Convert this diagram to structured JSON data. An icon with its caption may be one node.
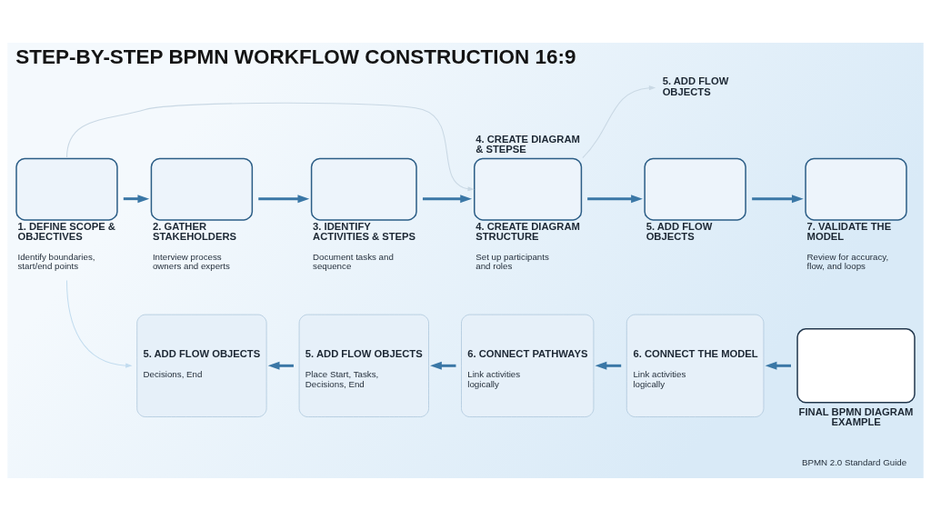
{
  "diagram": {
    "title": "STEP-BY-STEP BPMN WORKFLOW CONSTRUCTION 16:9",
    "nodes": [
      {
        "text": [
          "1. DEFINE SCOPE & OBJECTIVES",
          "Identify boundaries, start/end points"
        ]
      },
      {
        "text": [
          "2. GATHER STAKEHOLDERS",
          "Interview process owners and experts"
        ]
      },
      {
        "text": [
          "3. IDENTIFY ACTIVITIES & STEPS",
          "Document tasks and sequence"
        ]
      },
      {
        "text": [
          "4. CREATE DIAGRAM & STEPSE",
          "4. CREATE DIAGRAM STRUCTURE",
          "Set up participants and roles"
        ]
      },
      {
        "text": [
          "5. ADD FLOW OBJECTS"
        ]
      },
      {
        "text": [
          "5. ADD FLOW OBJECTS"
        ]
      },
      {
        "text": [
          "7. VALIDATE THE MODEL",
          "Review for accuracy, flow, and loops"
        ]
      },
      {
        "text": [
          "5. ADD FLOW OBJECTS",
          "Decisions, End"
        ]
      },
      {
        "text": [
          "5. ADD FLOW OBJECTS",
          "Place Start, Tasks, Decisions, End"
        ]
      },
      {
        "text": [
          "6. CONNECT PATHWAYS",
          "Link activities logically"
        ]
      },
      {
        "text": [
          "6. CONNECT THE MODEL",
          "Link activities logically"
        ]
      },
      {
        "text": [
          "FINAL BPMN DIAGRAM EXAMPLE"
        ]
      }
    ],
    "edges": [
      {
        "from": 0,
        "to": 1,
        "arrow": "to"
      },
      {
        "from": 1,
        "to": 2,
        "arrow": "to"
      },
      {
        "from": 2,
        "to": 3,
        "arrow": "to"
      },
      {
        "from": 3,
        "to": 5,
        "arrow": "to"
      },
      {
        "from": 5,
        "to": 6,
        "arrow": "to"
      },
      {
        "from": 0,
        "to": 3,
        "arrow": "to",
        "color": "#c9d8e4"
      },
      {
        "from": 3,
        "to": 4,
        "arrow": "to",
        "color": "#c9d8e4"
      },
      {
        "from": 11,
        "to": 10,
        "arrow": "to"
      },
      {
        "from": 10,
        "to": 9,
        "arrow": "to"
      },
      {
        "from": 9,
        "to": 8,
        "arrow": "to"
      },
      {
        "from": 8,
        "to": 7,
        "arrow": "to"
      },
      {
        "from": 0,
        "to": 7,
        "arrow": "to",
        "color": "#c2dcef"
      }
    ],
    "labels": [
      "BPMN 2.0 Standard Guide"
    ]
  }
}
